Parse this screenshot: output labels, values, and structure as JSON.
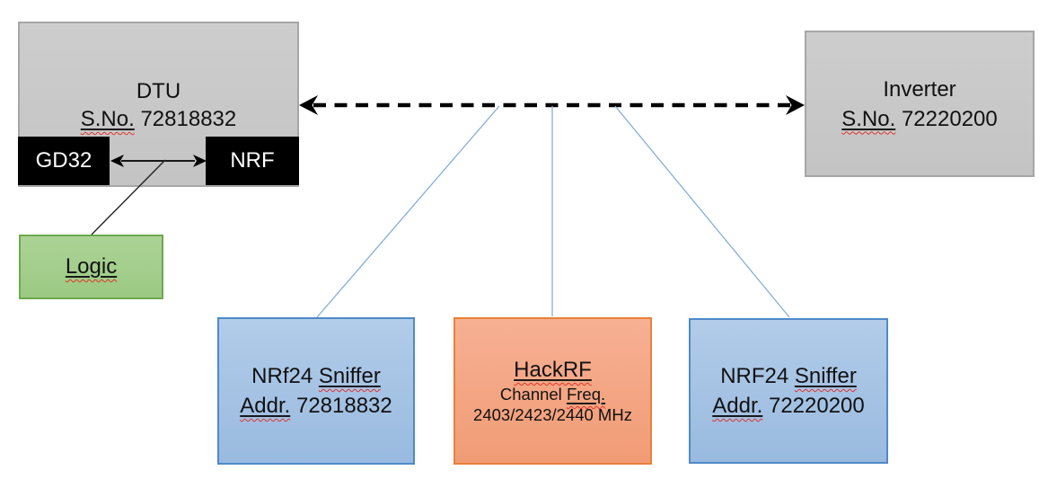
{
  "diagram": {
    "dtu": {
      "title": "DTU",
      "serial_label": "S.No.",
      "serial_value": " 72818832"
    },
    "gd32": {
      "label": "GD32"
    },
    "nrf": {
      "label": "NRF"
    },
    "logic": {
      "label": "Logic"
    },
    "inverter": {
      "title": "Inverter",
      "serial_label": "S.No.",
      "serial_value": " 72220200"
    },
    "sniffer_left": {
      "name_prefix": "NRf24 ",
      "name_word": "Sniffer",
      "addr_label": "Addr.",
      "addr_value": " 72818832"
    },
    "hackrf": {
      "title": "HackRF",
      "freq_prefix": "Channel ",
      "freq_word": "Freq.",
      "frequencies": "2403/2423/2440 MHz"
    },
    "sniffer_right": {
      "name_prefix": "NRF24 ",
      "name_word": "Sniffer",
      "addr_label": "Addr.",
      "addr_value": " 72220200"
    }
  },
  "colors": {
    "gray_fill": "#c9c9c9",
    "gray_border": "#a6a6a6",
    "black_fill": "#000000",
    "green_fill": "#a3ce8c",
    "green_border": "#6ea94d",
    "blue_fill": "#a6c3e4",
    "blue_border": "#4e8ac8",
    "orange_fill": "#f4a685",
    "orange_border": "#e8813a",
    "connector_blue": "#85add9",
    "arrow_black": "#000000",
    "squiggle_red": "#e0342b"
  }
}
